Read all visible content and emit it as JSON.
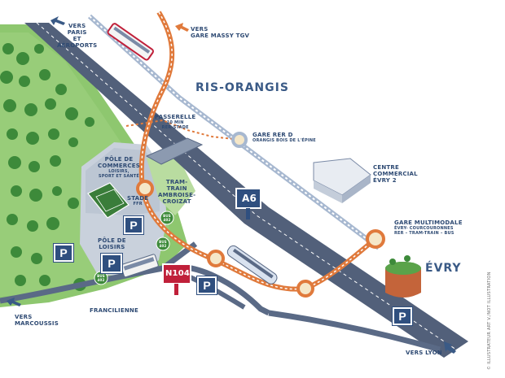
{
  "labels": {
    "paris": [
      "VERS",
      "PARIS",
      "ET",
      "AÉROPORTS"
    ],
    "massy": [
      "VERS",
      "GARE MASSY TGV"
    ],
    "ris_orangis": "RIS-ORANGIS",
    "evry": "ÉVRY",
    "passerelle": [
      "PASSERELLE",
      "10 MIN",
      "RER-STADE"
    ],
    "gare_rer": [
      "GARE RER D",
      "ORANGIS BOIS DE L'ÉPINE"
    ],
    "centre_commercial": [
      "CENTRE",
      "COMMERCIAL",
      "ÉVRY 2"
    ],
    "pole_commerces": [
      "PÔLE DE",
      "COMMERCES",
      "LOISIRS,",
      "SPORT ET SANTÉ"
    ],
    "stade": [
      "STADE",
      "FFR"
    ],
    "tram_train": [
      "TRAM-",
      "TRAIN",
      "AMBROISE-",
      "CROIZAT"
    ],
    "pole_loisirs": [
      "PÔLE DE",
      "LOISIRS"
    ],
    "gare_multimodale": [
      "GARE MULTIMODALE",
      "ÉVRY- COURCOURONNES",
      "RER – TRAM-TRAIN – BUS"
    ],
    "marcoussis": [
      "VERS",
      "MARCOUSSIS"
    ],
    "francilienne": "FRANCILIENNE",
    "lyon": "VERS LYON",
    "road_a6": "A6",
    "road_n104": "N104",
    "parking": "P",
    "bus": "BUS",
    "bus_number": "402",
    "credit": "© ILLUSTRATEUR ART V./NOT ILLUSTRATION"
  },
  "colors": {
    "route": "#e07a3c",
    "highway": "#4a5d7e",
    "rail": "#a7b8d0",
    "forest": "#8ec76f",
    "tree": "#3d8a3a",
    "parking_sign": "#2f4f7f",
    "road_sign": "#2f4f7f",
    "n104_sign": "#c0203a",
    "label_text": "#2e4a73"
  }
}
